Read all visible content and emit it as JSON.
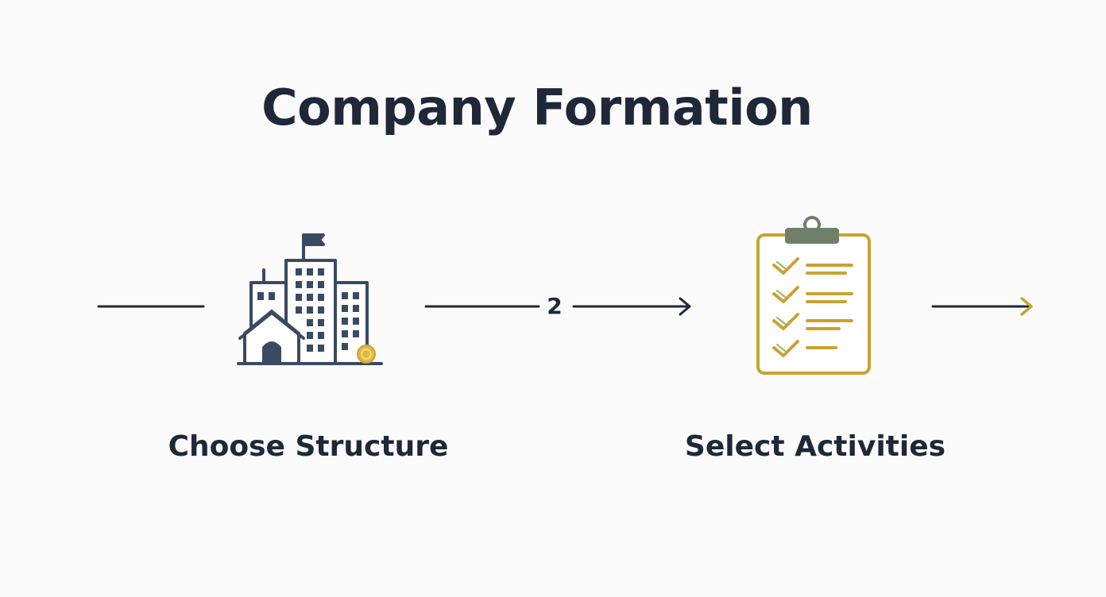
{
  "title": "Company Formation",
  "steps": [
    {
      "label": "Choose Structure",
      "icon": "office-building-icon"
    },
    {
      "label": "Select Activities",
      "icon": "clipboard-checklist-icon"
    }
  ],
  "connector_step_number": "2",
  "colors": {
    "text": "#1f2838",
    "icon_navy": "#3b4a63",
    "icon_gold": "#c9a233",
    "icon_green": "#7c9a4a",
    "clip_gray": "#6f7f6a"
  }
}
